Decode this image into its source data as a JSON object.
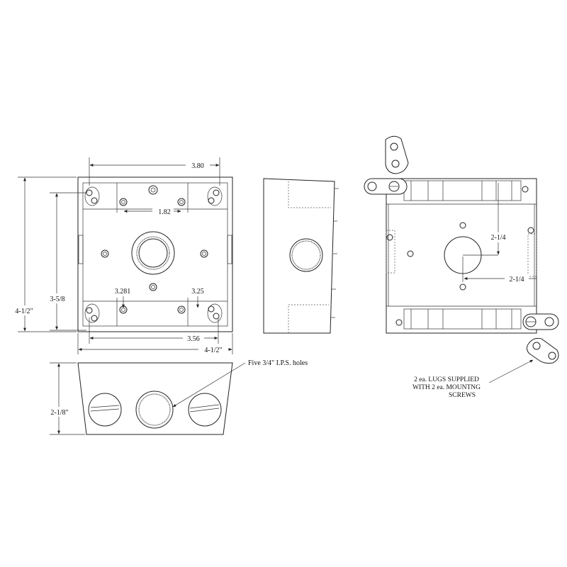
{
  "front_view": {
    "dim_width_top": "3.80",
    "dim_center_spacing": "1.82",
    "dim_height_inner": "3-5/8",
    "dim_height_outer": "4-1/2\"",
    "dim_hole_left": "3.281",
    "dim_hole_right": "3.25",
    "dim_width_bottom": "3.56",
    "dim_width_overall": "4-1/2\""
  },
  "bottom_view": {
    "dim_height": "2-1/8\"",
    "holes_note": "Five 3/4\" I.P.S. holes"
  },
  "back_view": {
    "dim_vertical": "2-1/4",
    "dim_horizontal": "2-1/4"
  },
  "lugs_note": {
    "line1": "2 ea. LUGS SUPPLIED",
    "line2": "WITH 2 ea. MOUNTNG",
    "line3": "SCREWS"
  }
}
